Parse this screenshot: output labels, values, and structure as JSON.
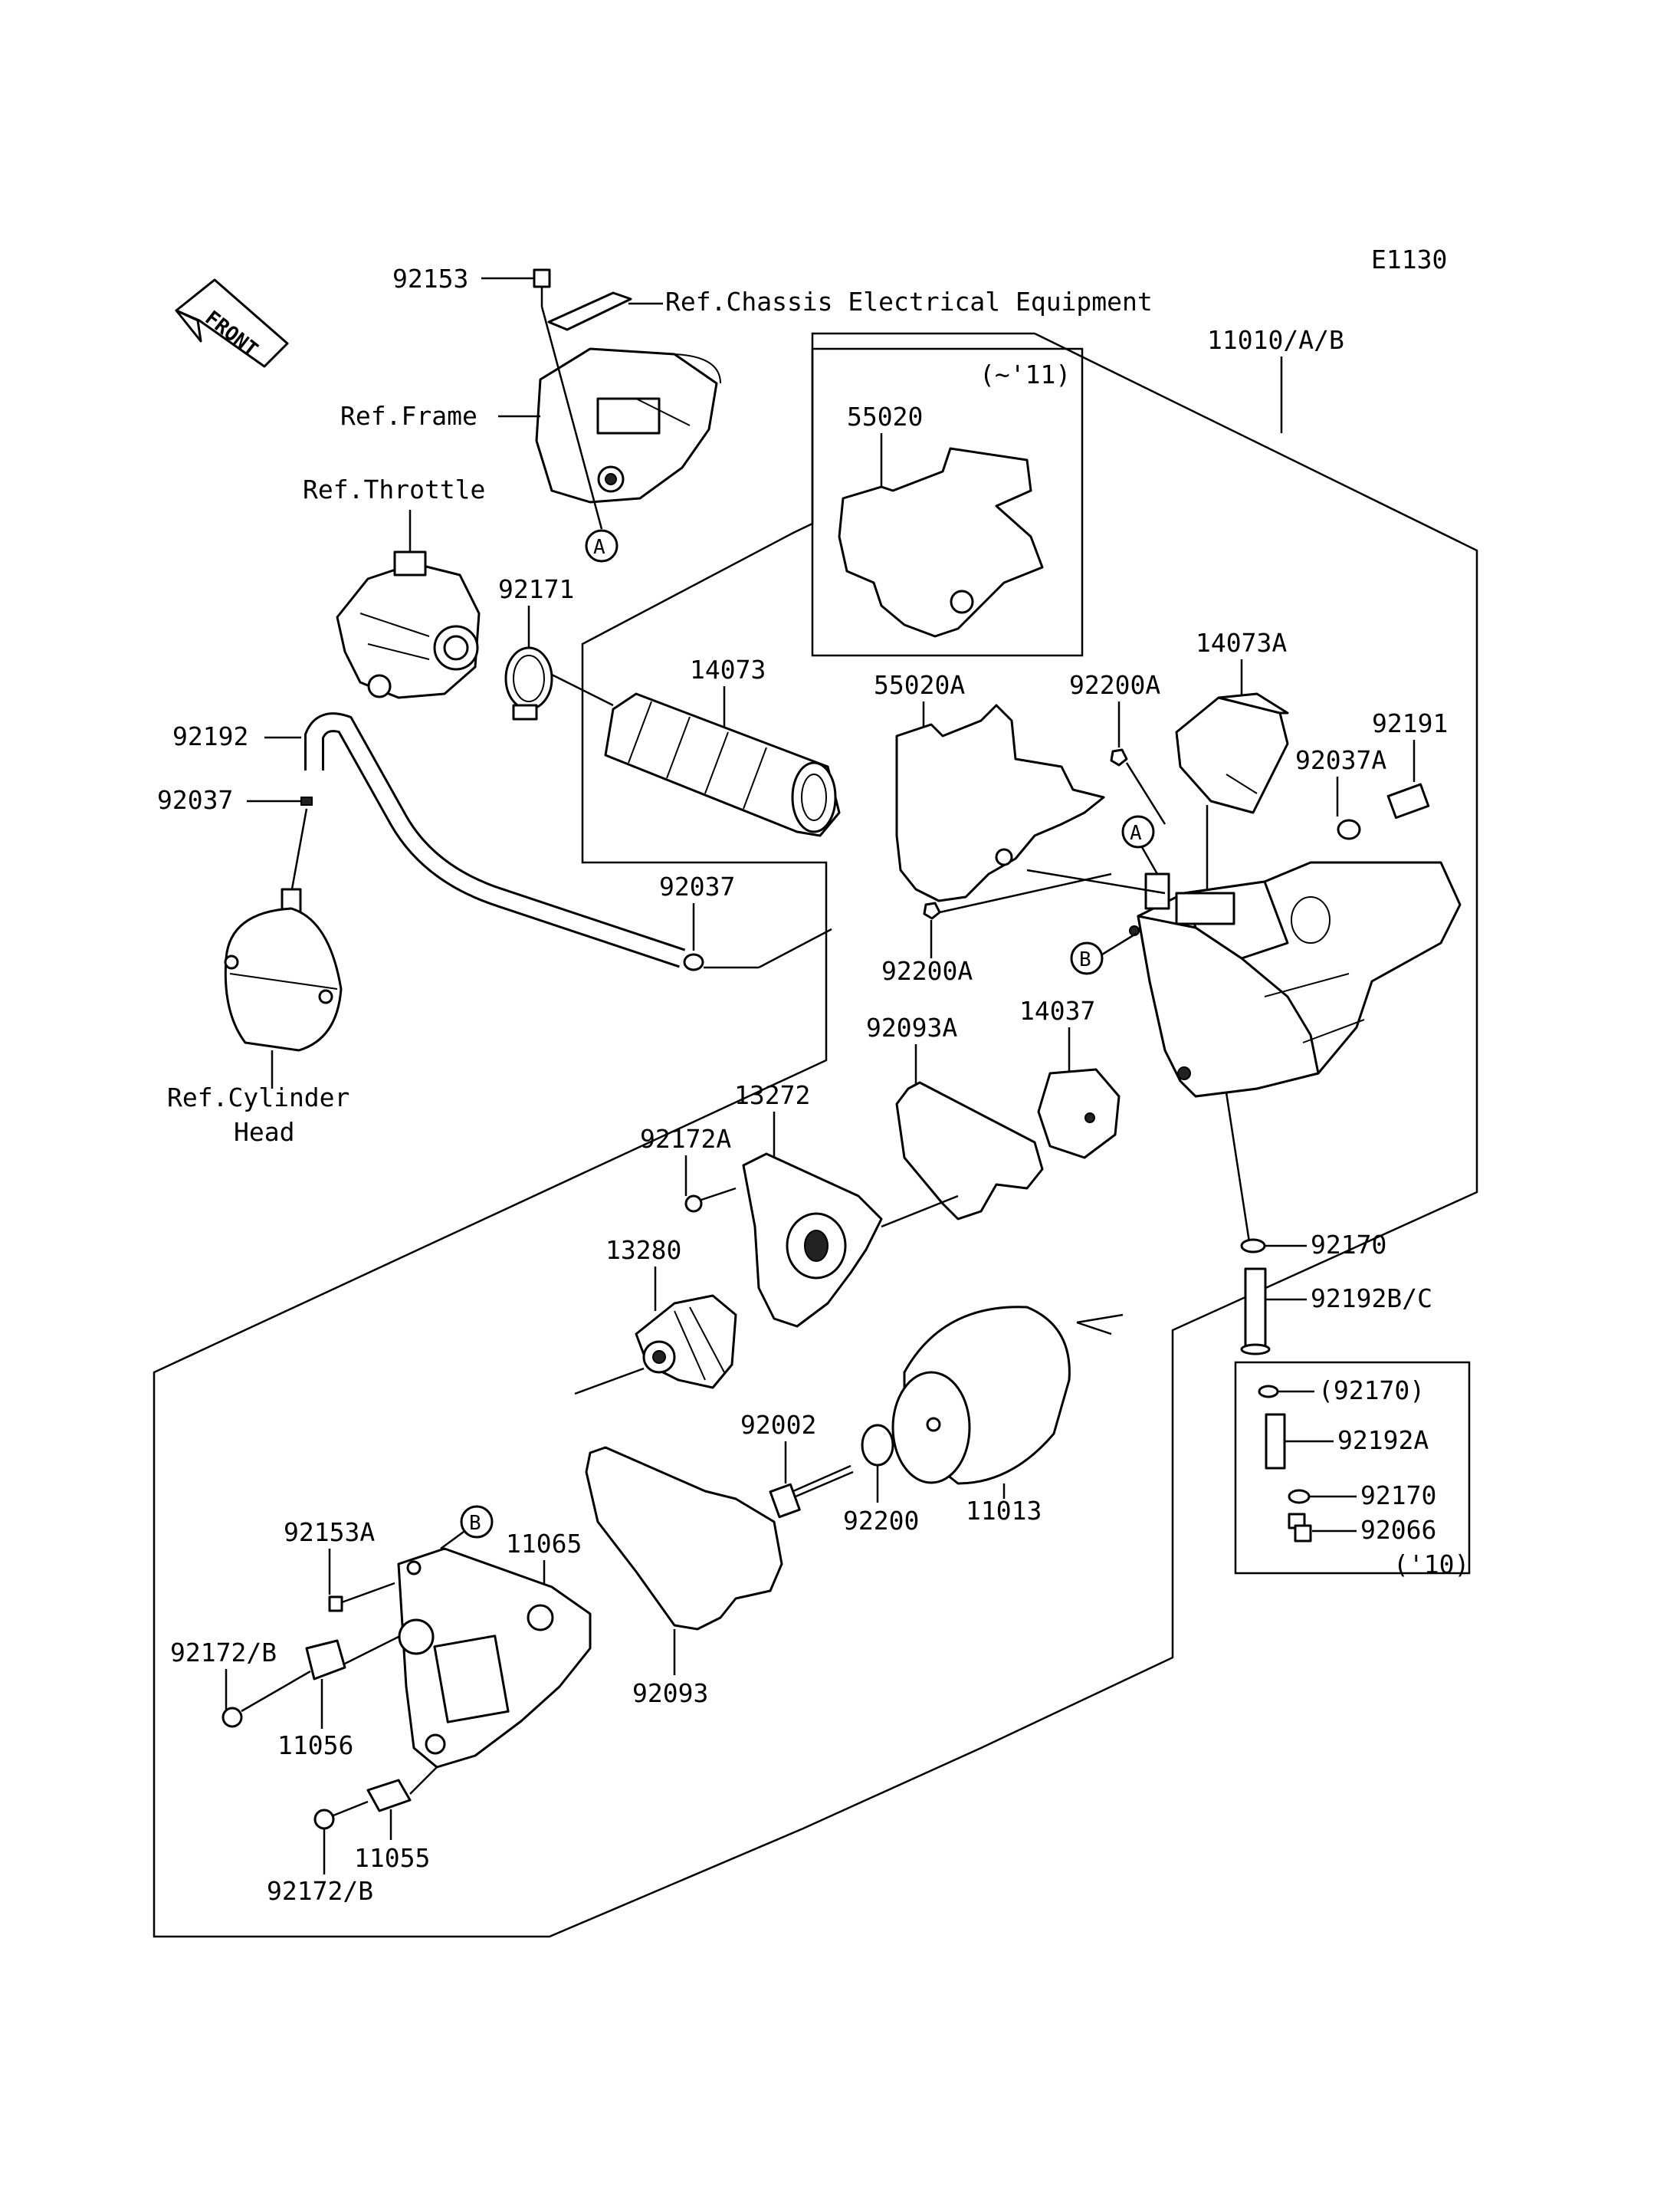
{
  "diagram_code": "E1130",
  "front_label": "FRONT",
  "refs": {
    "chassis_electrical": "Ref.Chassis Electrical Equipment",
    "frame": "Ref.Frame",
    "throttle": "Ref.Throttle",
    "cylinder_head_line1": "Ref.Cylinder",
    "cylinder_head_line2": "Head"
  },
  "callout_markers": {
    "a": "A",
    "b": "B"
  },
  "inset_top": {
    "note": "(~'11)",
    "part": "55020"
  },
  "inset_bottom": {
    "parts": [
      "(92170)",
      "92192A",
      "92170",
      "92066"
    ],
    "note": "('10)"
  },
  "parts": {
    "p92153": "92153",
    "p11010": "11010/A/B",
    "p92171": "92171",
    "p14073": "14073",
    "p14073A": "14073A",
    "p55020A": "55020A",
    "p92200A_top": "92200A",
    "p92191": "92191",
    "p92037A": "92037A",
    "p92192": "92192",
    "p92037_left": "92037",
    "p92037_mid": "92037",
    "p92200A_bottom": "92200A",
    "p14037": "14037",
    "p92093A": "92093A",
    "p13272": "13272",
    "p92172A": "92172A",
    "p13280": "13280",
    "p92170": "92170",
    "p92192BC": "92192B/C",
    "p92002": "92002",
    "p92200": "92200",
    "p11013": "11013",
    "p92153A": "92153A",
    "p11065": "11065",
    "p92172B_top": "92172/B",
    "p11056": "11056",
    "p92093": "92093",
    "p11055": "11055",
    "p92172B_bottom": "92172/B"
  }
}
